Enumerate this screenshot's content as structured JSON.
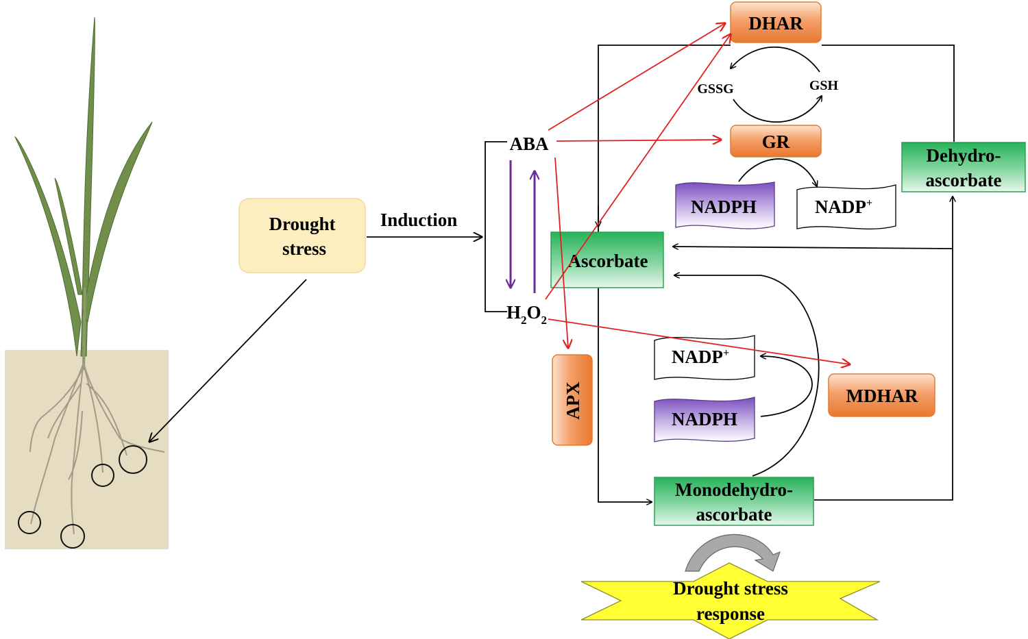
{
  "left": {
    "drought_box": {
      "line1": "Drought",
      "line2": "stress"
    },
    "induction_label": "Induction"
  },
  "signals": {
    "aba": "ABA",
    "h2o2_main": "H",
    "h2o2_sub1": "2",
    "h2o2_mid": "O",
    "h2o2_sub2": "2"
  },
  "enzymes": {
    "dhar": "DHAR",
    "gr": "GR",
    "apx": "APX",
    "mdhar": "MDHAR"
  },
  "metabolites": {
    "gssg": "GSSG",
    "gsh": "GSH",
    "ascorbate": "Ascorbate",
    "dehydro_line1": "Dehydro-",
    "dehydro_line2": "ascorbate",
    "mono_line1": "Monodehydro-",
    "mono_line2": "ascorbate"
  },
  "cofactors": {
    "nadph_top": "NADPH",
    "nadp_top": "NADP",
    "nadp_top_sup": "+",
    "nadp_bottom": "NADP",
    "nadp_bottom_sup": "+",
    "nadph_bottom": "NADPH"
  },
  "response": {
    "line1": "Drought stress",
    "line2": "response"
  },
  "colors": {
    "enzyme_orange": "#f08a45",
    "metabolite_green": "#3cbf6e",
    "nadph_purple": "#8a5cc8",
    "drought_yellow": "#fdeec0",
    "response_yellow": "#ffff33",
    "red_arrow": "#e02020",
    "purple_arrow": "#6a2a9a",
    "soil_tan": "#e6dcc2"
  }
}
